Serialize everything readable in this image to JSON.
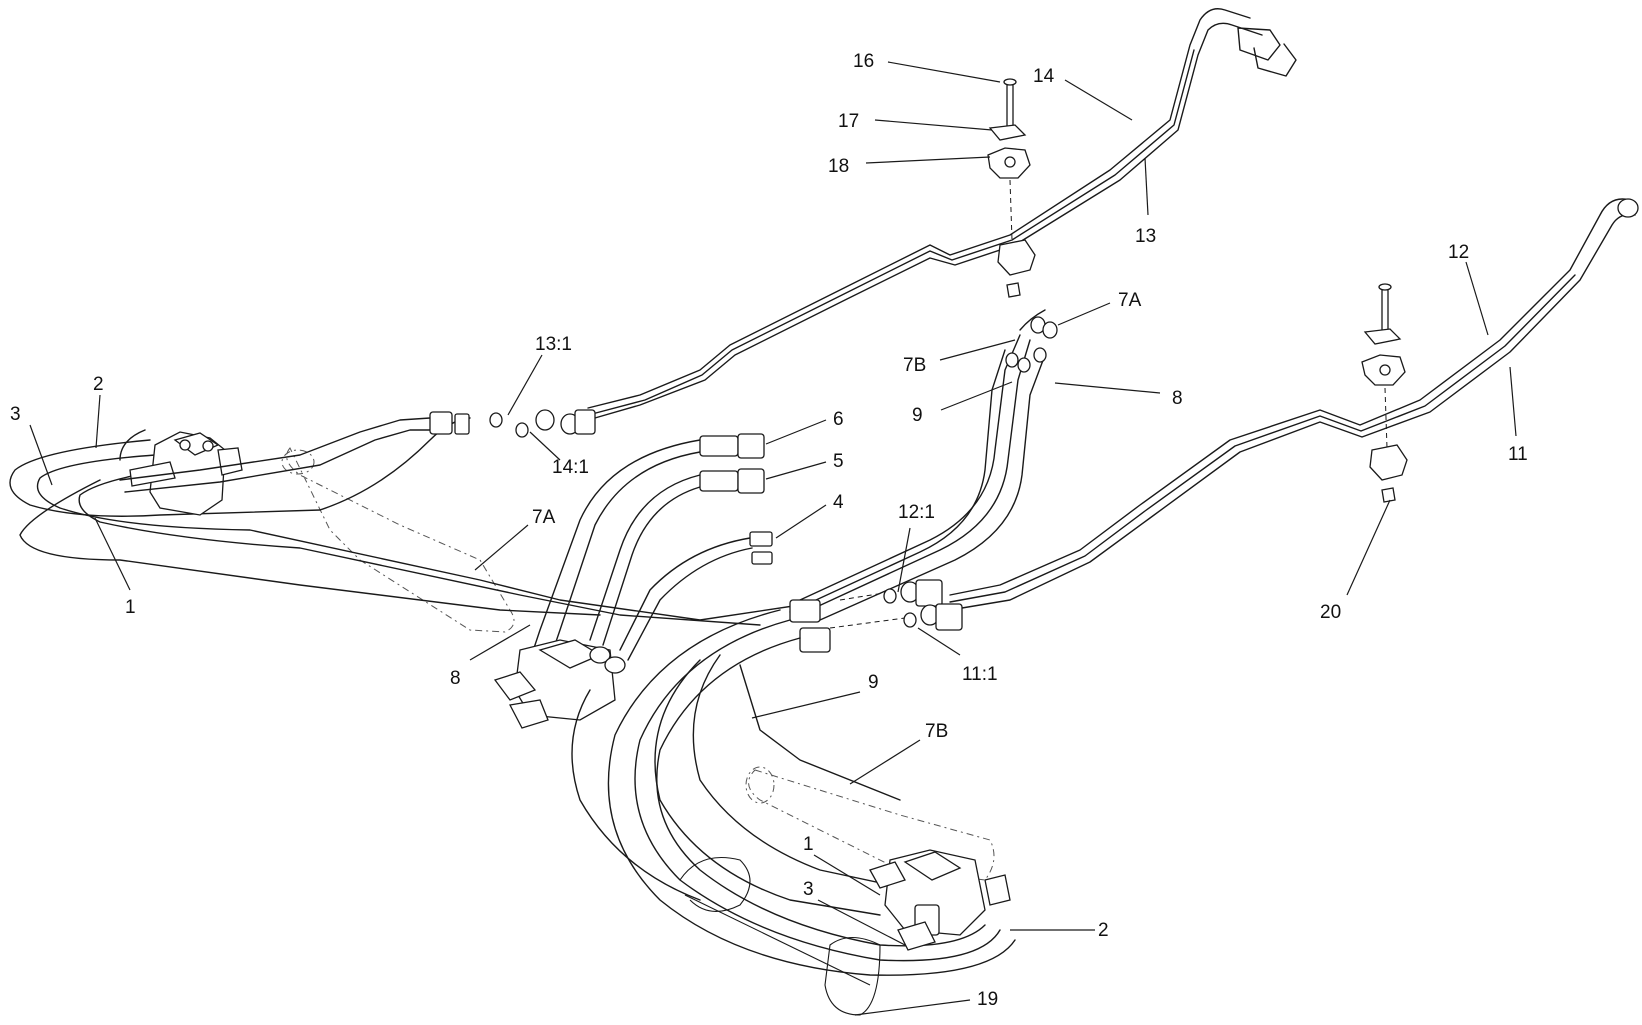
{
  "callouts": {
    "c16": "16",
    "c14": "14",
    "c17": "17",
    "c18": "18",
    "c13": "13",
    "c12": "12",
    "c11": "11",
    "c20": "20",
    "c7a_top": "7A",
    "c7b_top": "7B",
    "c9_top": "9",
    "c8_right": "8",
    "c13_1": "13:1",
    "c14_1": "14:1",
    "c2_left": "2",
    "c3_left": "3",
    "c1_left": "1",
    "c6": "6",
    "c5": "5",
    "c4": "4",
    "c7a_mid": "7A",
    "c8_left": "8",
    "c12_1": "12:1",
    "c11_1": "11:1",
    "c9_mid": "9",
    "c7b_bottom": "7B",
    "c1_bottom": "1",
    "c3_bottom": "3",
    "c2_right": "2",
    "c19": "19"
  }
}
